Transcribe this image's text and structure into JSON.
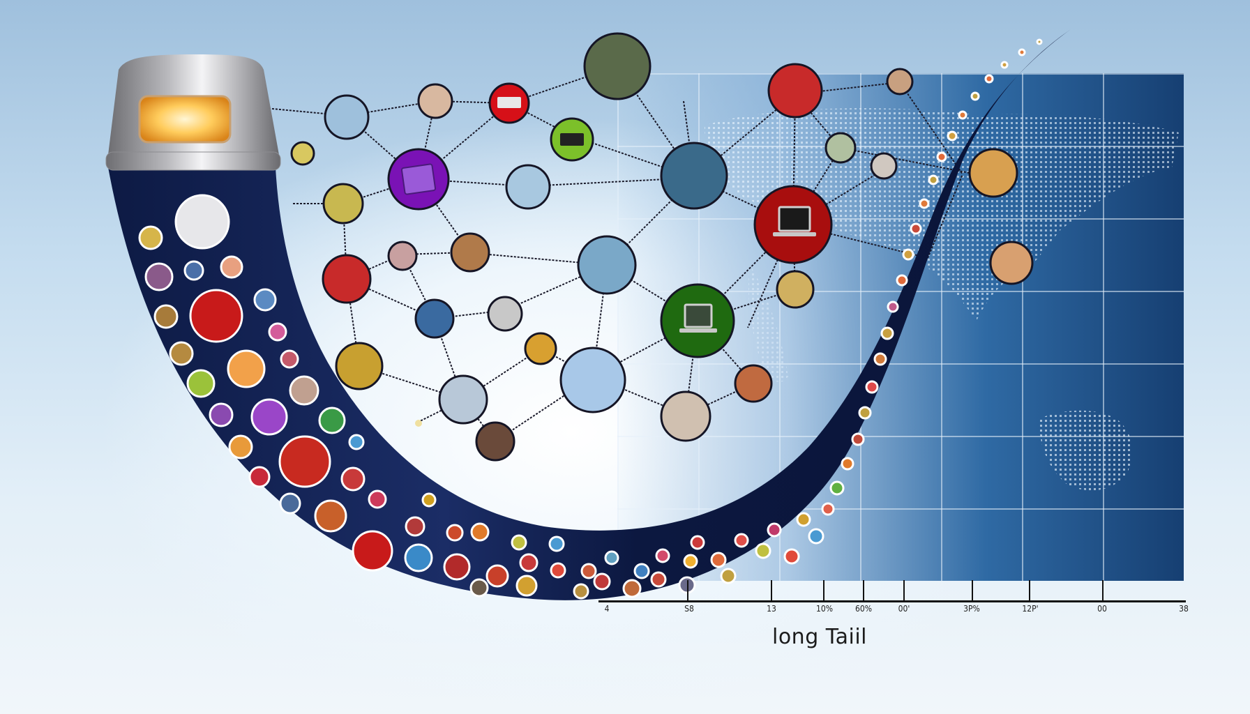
{
  "diagram": {
    "title": "long Taiil",
    "axis": {
      "tick_labels": [
        "4",
        "S8",
        "13",
        "10%",
        "60%",
        "00'",
        "3P%",
        "12P'",
        "00",
        "38"
      ],
      "tick_positions_x": [
        870,
        985,
        1105,
        1180,
        1237,
        1295,
        1393,
        1475,
        1580,
        1695
      ]
    },
    "colors": {
      "tail": "#10204d",
      "lamp_cap": "#c9c9c9",
      "lamp_light": "#ffb640",
      "grid_panel": "#1e4a7e",
      "node_purple": "#7a12b5",
      "node_red": "#d61018",
      "node_green": "#7cc02a",
      "node_dark_red": "#9c0c0c",
      "node_dark_green": "#1f6a10"
    },
    "elements": {
      "lamp": "lamp-cap-with-glowing-light",
      "tail": "long-tail-curve-with-product-thumbnails",
      "network": "network-of-product-nodes",
      "background_map": "dotted-world-map-on-grid"
    }
  }
}
